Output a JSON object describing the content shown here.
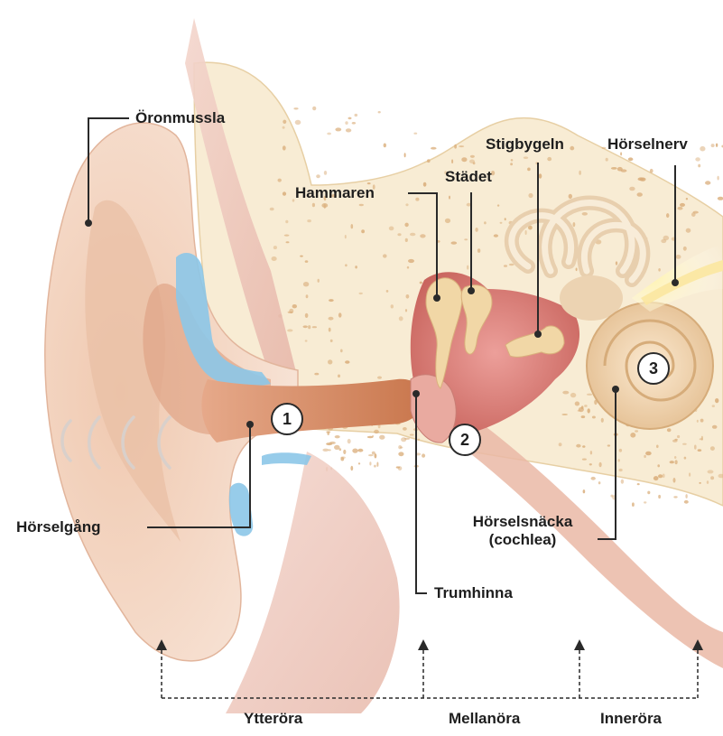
{
  "labels": {
    "oronmussla": "Öronmussla",
    "hammaren": "Hammaren",
    "stadet": "Städet",
    "stigbygeln": "Stigbygeln",
    "horselnerv": "Hörselnerv",
    "horselgang": "Hörselgång",
    "horselsnacka": "Hörselsnäcka",
    "cochlea": "(cochlea)",
    "trumhinna": "Trumhinna"
  },
  "badges": {
    "one": "1",
    "two": "2",
    "three": "3"
  },
  "sections": {
    "ytteroera": "Ytteröra",
    "mellanoera": "Mellanöra",
    "inneroera": "Inneröra"
  },
  "colors": {
    "skin": "#f3d9c8",
    "skin_dark": "#e3b49a",
    "bone": "#f7e7c4",
    "bone_dots": "#d9b07c",
    "cartilage_blue": "#8cc6e8",
    "canal": "#d98a5a",
    "middle_ear": "#d97a72",
    "ossicle": "#f1d7a6",
    "line": "#2a2a2a"
  }
}
